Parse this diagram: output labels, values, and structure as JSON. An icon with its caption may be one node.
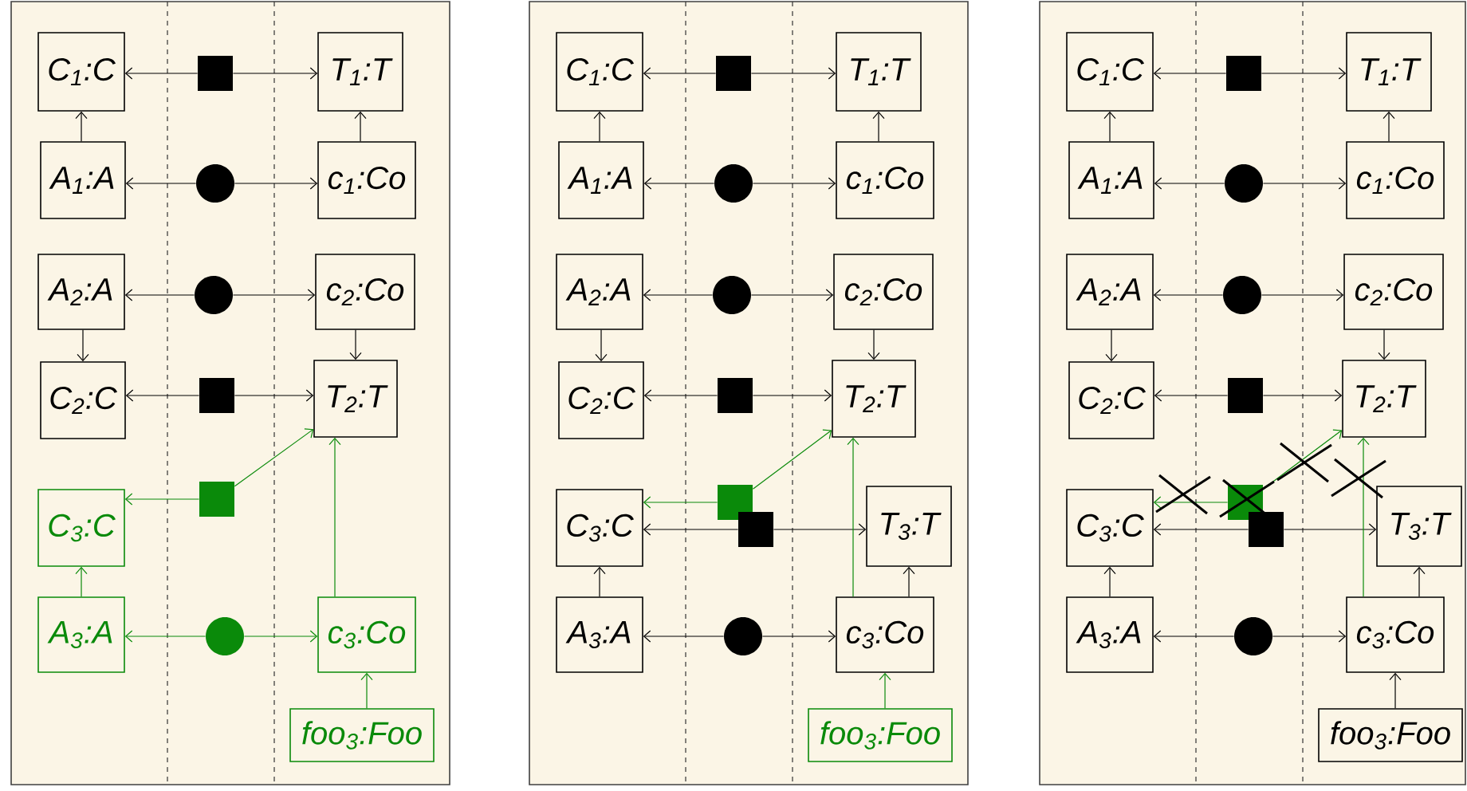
{
  "diagram": {
    "nodes": [
      {
        "text": [],
        "shape": "box"
      },
      {
        "text": [
          "C$_{1}$:C"
        ],
        "in": 0
      },
      {
        "text": [],
        "shape": "box",
        "in": 0
      },
      {
        "text": [
          "T$_{1}$:T"
        ],
        "in": 0
      },
      {
        "text": [
          "A$_{1}$:A"
        ],
        "in": 0
      },
      {
        "text": [],
        "shape": "circle",
        "in": 0
      },
      {
        "text": [
          "c$_{1}$:Co"
        ],
        "in": 0
      },
      {
        "text": [
          "A$_{2}$:A"
        ],
        "in": 0
      },
      {
        "text": [],
        "shape": "circle",
        "in": 0
      },
      {
        "text": [
          "c$_{2}$:Co"
        ],
        "in": 0
      },
      {
        "text": [
          "C$_{2}$:C"
        ],
        "in": 0
      },
      {
        "text": [],
        "shape": "box",
        "in": 0
      },
      {
        "text": [
          "T$_{2}$:T"
        ],
        "in": 0
      },
      {
        "text": [],
        "shape": "box",
        "in": 0
      },
      {
        "text": [
          "C$_{3}$:C"
        ],
        "in": 0
      },
      {
        "text": [
          "A$_{3}$:A"
        ],
        "in": 0
      },
      {
        "text": [],
        "shape": "circle",
        "in": 0
      },
      {
        "text": [
          "c$_{3}$:Co"
        ],
        "in": 0
      },
      {
        "text": [
          "foo$_{3}$:Foo"
        ],
        "in": 0
      },
      {
        "text": [],
        "shape": "box"
      },
      {
        "text": [
          "C$_{1}$:C"
        ],
        "in": 19
      },
      {
        "text": [],
        "shape": "box",
        "in": 19
      },
      {
        "text": [
          "T$_{1}$:T"
        ],
        "in": 19
      },
      {
        "text": [
          "A$_{1}$:A"
        ],
        "in": 19
      },
      {
        "text": [],
        "shape": "circle",
        "in": 19
      },
      {
        "text": [
          "c$_{1}$:Co"
        ],
        "in": 19
      },
      {
        "text": [
          "A$_{2}$:A"
        ],
        "in": 19
      },
      {
        "text": [],
        "shape": "circle",
        "in": 19
      },
      {
        "text": [
          "c$_{2}$:Co"
        ],
        "in": 19
      },
      {
        "text": [
          "C$_{2}$:C"
        ],
        "in": 19
      },
      {
        "text": [],
        "shape": "box",
        "in": 19
      },
      {
        "text": [
          "T$_{2}$:T"
        ],
        "in": 19
      },
      {
        "text": [],
        "shape": "box",
        "in": 19
      },
      {
        "text": [
          "C$_{3}$:C"
        ],
        "in": 19
      },
      {
        "text": [],
        "shape": "box",
        "in": 19
      },
      {
        "text": [
          "T$_{3}$:T"
        ],
        "in": 19
      },
      {
        "text": [
          "A$_{3}$:A"
        ],
        "in": 19
      },
      {
        "text": [],
        "shape": "circle",
        "in": 19
      },
      {
        "text": [
          "c$_{3}$:Co"
        ],
        "in": 19
      },
      {
        "text": [
          "foo$_{3}$:Foo"
        ],
        "in": 19
      },
      {
        "text": [],
        "shape": "box"
      },
      {
        "text": [
          "C$_{1}$:C"
        ],
        "in": 40
      },
      {
        "text": [],
        "shape": "box",
        "in": 40
      },
      {
        "text": [
          "T$_{1}$:T"
        ],
        "in": 40
      },
      {
        "text": [
          "A$_{1}$:A"
        ],
        "in": 40
      },
      {
        "text": [],
        "shape": "circle",
        "in": 40
      },
      {
        "text": [
          "c$_{1}$:Co"
        ],
        "in": 40
      },
      {
        "text": [
          "A$_{2}$:A"
        ],
        "in": 40
      },
      {
        "text": [],
        "shape": "circle",
        "in": 40
      },
      {
        "text": [
          "c$_{2}$:Co"
        ],
        "in": 40
      },
      {
        "text": [
          "C$_{2}$:C"
        ],
        "in": 40
      },
      {
        "text": [],
        "shape": "box",
        "in": 40
      },
      {
        "text": [
          "T$_{2}$:T"
        ],
        "in": 40
      },
      {
        "text": [],
        "shape": "box",
        "in": 40
      },
      {
        "text": [
          "C$_{3}$:C"
        ],
        "in": 40
      },
      {
        "text": [],
        "shape": "box",
        "in": 40
      },
      {
        "text": [
          "T$_{3}$:T"
        ],
        "in": 40
      },
      {
        "text": [
          "A$_{3}$:A"
        ],
        "in": 40
      },
      {
        "text": [],
        "shape": "circle",
        "in": 40
      },
      {
        "text": [
          "c$_{3}$:Co"
        ],
        "in": 40
      },
      {
        "text": [
          "foo$_{3}$:Foo"
        ],
        "in": 40
      }
    ],
    "edges": [
      {
        "from": 2,
        "to": 1,
        "arrow": "to"
      },
      {
        "from": 2,
        "to": 3,
        "arrow": "to"
      },
      {
        "from": 4,
        "to": 1,
        "arrow": "to"
      },
      {
        "from": 6,
        "to": 3,
        "arrow": "to"
      },
      {
        "from": 5,
        "to": 4,
        "arrow": "to"
      },
      {
        "from": 5,
        "to": 6,
        "arrow": "to"
      },
      {
        "from": 8,
        "to": 7,
        "arrow": "to"
      },
      {
        "from": 8,
        "to": 9,
        "arrow": "to"
      },
      {
        "from": 7,
        "to": 10,
        "arrow": "to"
      },
      {
        "from": 9,
        "to": 12,
        "arrow": "to"
      },
      {
        "from": 11,
        "to": 10,
        "arrow": "to"
      },
      {
        "from": 11,
        "to": 12,
        "arrow": "to"
      },
      {
        "from": 13,
        "to": 14,
        "arrow": "to",
        "color": "#0a8a0a"
      },
      {
        "from": 13,
        "to": 12,
        "arrow": "to",
        "color": "#0a8a0a"
      },
      {
        "from": 15,
        "to": 14,
        "arrow": "to",
        "color": "#0a8a0a"
      },
      {
        "from": 16,
        "to": 15,
        "arrow": "to",
        "color": "#0a8a0a"
      },
      {
        "from": 16,
        "to": 17,
        "arrow": "to",
        "color": "#0a8a0a"
      },
      {
        "from": 17,
        "to": 12,
        "arrow": "to",
        "color": "#0a8a0a"
      },
      {
        "from": 18,
        "to": 17,
        "arrow": "to",
        "color": "#0a8a0a"
      },
      {
        "from": 21,
        "to": 20,
        "arrow": "to"
      },
      {
        "from": 21,
        "to": 22,
        "arrow": "to"
      },
      {
        "from": 23,
        "to": 20,
        "arrow": "to"
      },
      {
        "from": 25,
        "to": 22,
        "arrow": "to"
      },
      {
        "from": 24,
        "to": 23,
        "arrow": "to"
      },
      {
        "from": 24,
        "to": 25,
        "arrow": "to"
      },
      {
        "from": 27,
        "to": 26,
        "arrow": "to"
      },
      {
        "from": 27,
        "to": 28,
        "arrow": "to"
      },
      {
        "from": 26,
        "to": 29,
        "arrow": "to"
      },
      {
        "from": 28,
        "to": 31,
        "arrow": "to"
      },
      {
        "from": 30,
        "to": 29,
        "arrow": "to"
      },
      {
        "from": 30,
        "to": 31,
        "arrow": "to"
      },
      {
        "from": 32,
        "to": 33,
        "arrow": "to",
        "color": "#0a8a0a"
      },
      {
        "from": 32,
        "to": 31,
        "arrow": "to",
        "color": "#0a8a0a"
      },
      {
        "from": 34,
        "to": 33,
        "arrow": "to"
      },
      {
        "from": 34,
        "to": 35,
        "arrow": "to"
      },
      {
        "from": 36,
        "to": 33,
        "arrow": "to"
      },
      {
        "from": 37,
        "to": 36,
        "arrow": "to"
      },
      {
        "from": 37,
        "to": 38,
        "arrow": "to"
      },
      {
        "from": 38,
        "to": 31,
        "arrow": "to",
        "color": "#0a8a0a"
      },
      {
        "from": 38,
        "to": 35,
        "arrow": "to"
      },
      {
        "from": 39,
        "to": 38,
        "arrow": "to",
        "color": "#0a8a0a"
      },
      {
        "from": 42,
        "to": 41,
        "arrow": "to"
      },
      {
        "from": 42,
        "to": 43,
        "arrow": "to"
      },
      {
        "from": 44,
        "to": 41,
        "arrow": "to"
      },
      {
        "from": 46,
        "to": 43,
        "arrow": "to"
      },
      {
        "from": 45,
        "to": 44,
        "arrow": "to"
      },
      {
        "from": 45,
        "to": 46,
        "arrow": "to"
      },
      {
        "from": 48,
        "to": 47,
        "arrow": "to"
      },
      {
        "from": 48,
        "to": 49,
        "arrow": "to"
      },
      {
        "from": 47,
        "to": 50,
        "arrow": "to"
      },
      {
        "from": 49,
        "to": 52,
        "arrow": "to"
      },
      {
        "from": 51,
        "to": 50,
        "arrow": "to"
      },
      {
        "from": 51,
        "to": 52,
        "arrow": "to"
      },
      {
        "from": 53,
        "to": 54,
        "arrow": "to",
        "color": "#0a8a0a"
      },
      {
        "from": 53,
        "to": 52,
        "arrow": "to",
        "color": "#0a8a0a"
      },
      {
        "from": 55,
        "to": 54,
        "arrow": "to"
      },
      {
        "from": 55,
        "to": 56,
        "arrow": "to"
      },
      {
        "from": 57,
        "to": 54,
        "arrow": "to"
      },
      {
        "from": 58,
        "to": 57,
        "arrow": "to"
      },
      {
        "from": 58,
        "to": 59,
        "arrow": "to"
      },
      {
        "from": 59,
        "to": 52,
        "arrow": "to",
        "color": "#0a8a0a"
      },
      {
        "from": 59,
        "to": 56,
        "arrow": "to"
      },
      {
        "from": 60,
        "to": 59,
        "arrow": "to"
      }
    ]
  }
}
